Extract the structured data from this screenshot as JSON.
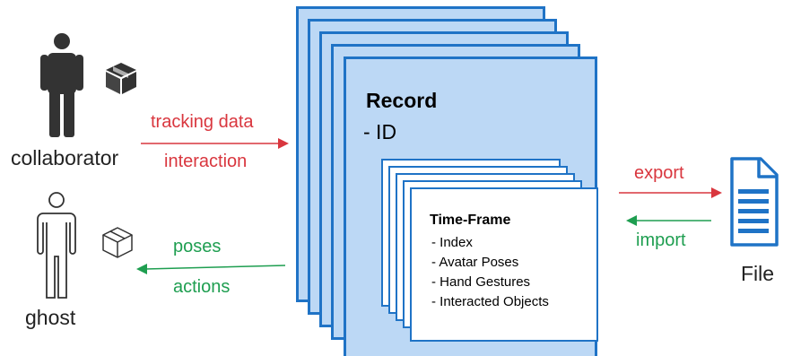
{
  "actors": {
    "collaborator": {
      "label": "collaborator",
      "icon": "person-solid-icon"
    },
    "ghost": {
      "label": "ghost",
      "icon": "person-outline-icon"
    }
  },
  "flows": {
    "to_record": {
      "top": "tracking data",
      "bottom": "interaction",
      "color": "#d9363e"
    },
    "from_record": {
      "top": "poses",
      "bottom": "actions",
      "color": "#1e9e50"
    },
    "export": {
      "label": "export",
      "color": "#d9363e"
    },
    "import": {
      "label": "import",
      "color": "#1e9e50"
    }
  },
  "record": {
    "title": "Record",
    "fields": [
      "- ID"
    ]
  },
  "time_frame": {
    "title": "Time-Frame",
    "fields": [
      "- Index",
      "- Avatar Poses",
      "- Hand Gestures",
      "- Interacted Objects"
    ]
  },
  "file": {
    "label": "File",
    "icon": "document-icon"
  },
  "colors": {
    "accent_blue": "#1f73c6",
    "record_fill": "#bcd8f5",
    "red": "#d9363e",
    "green": "#1e9e50"
  }
}
